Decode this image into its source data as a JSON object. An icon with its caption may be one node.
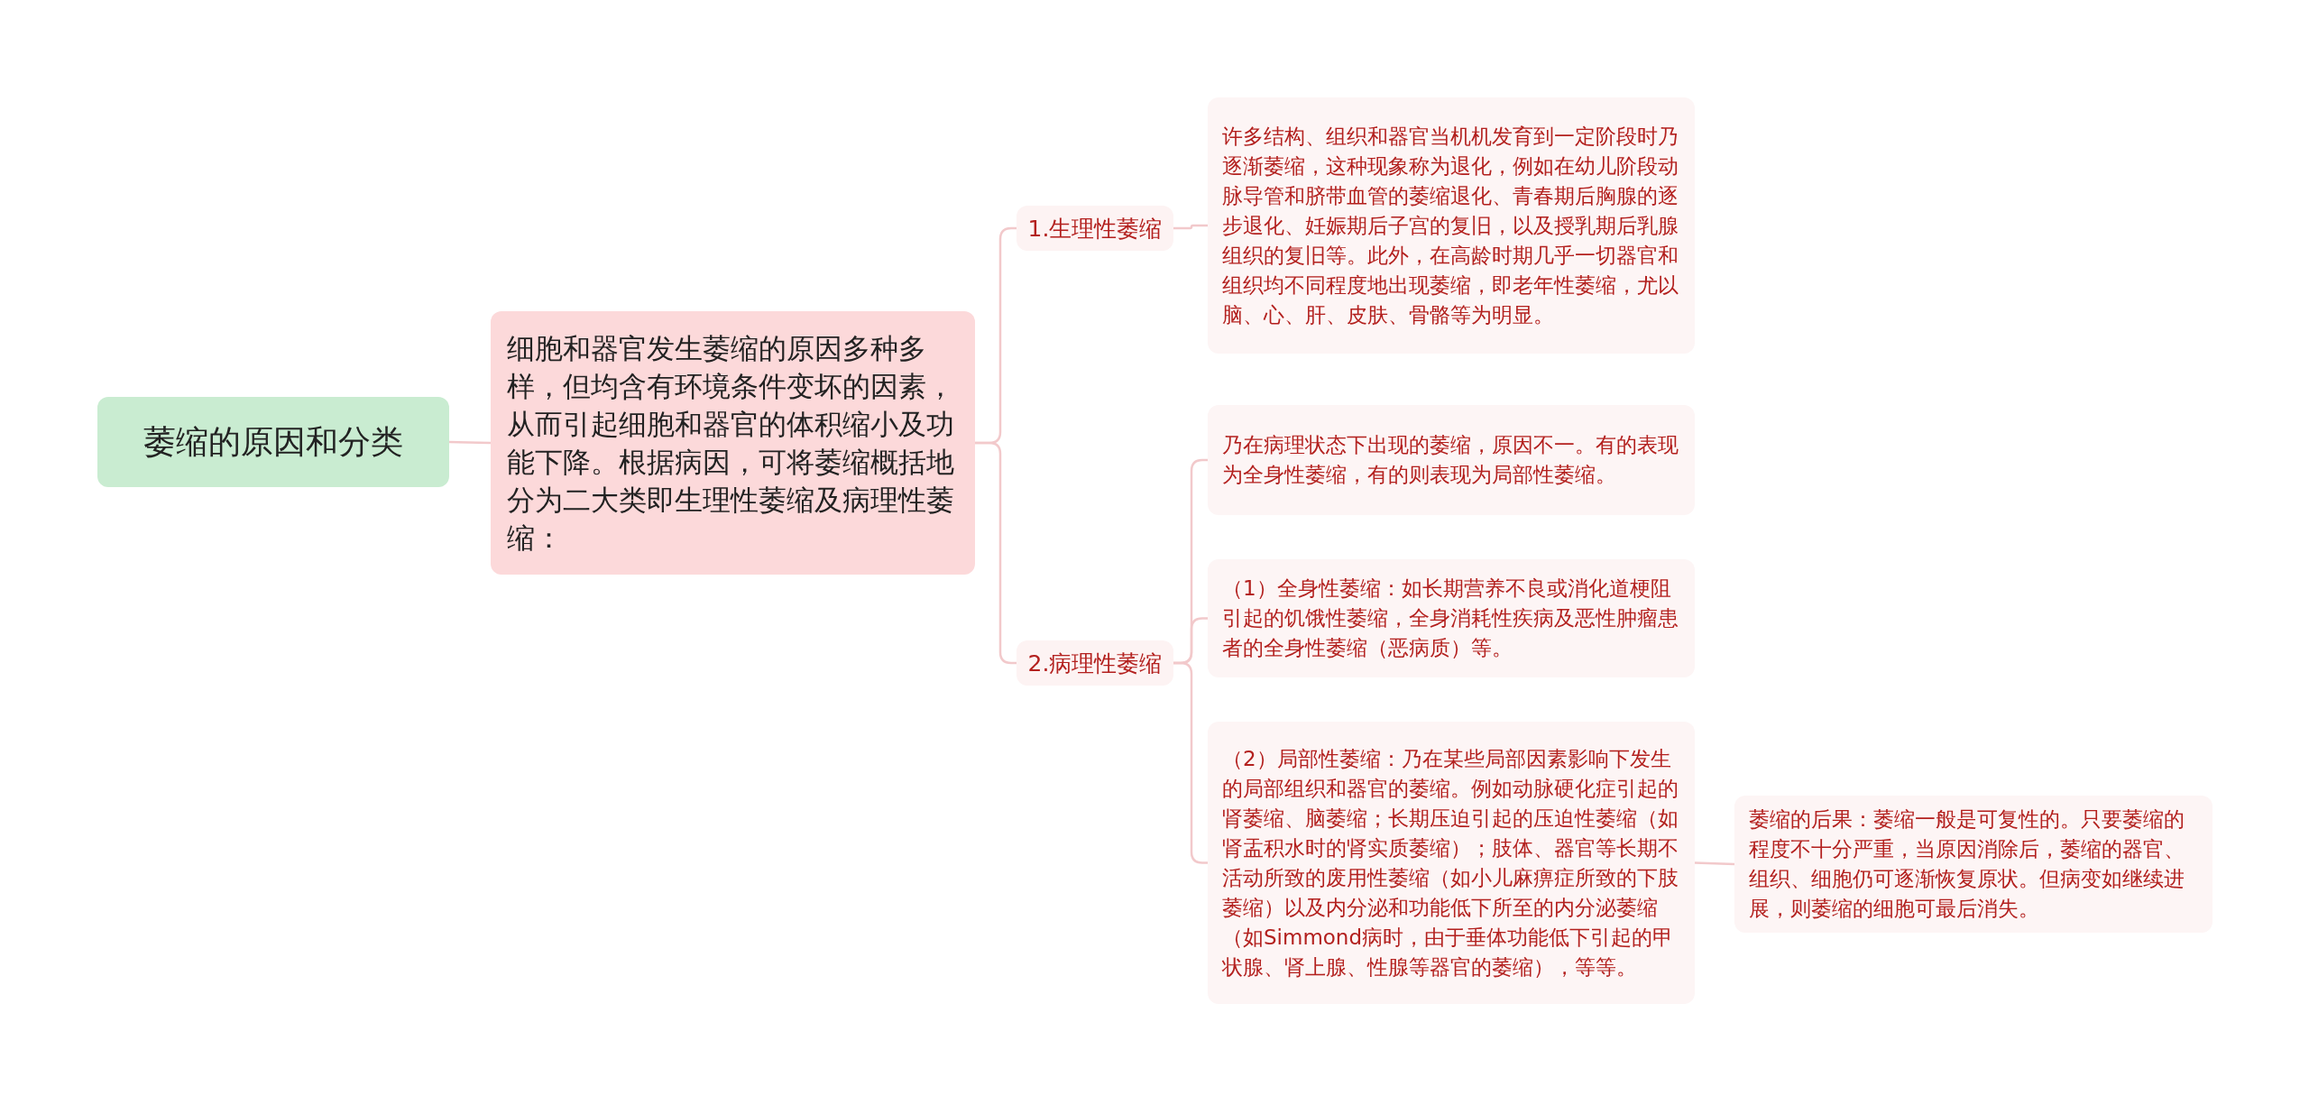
{
  "diagram": {
    "nodes": [
      {
        "text": [
          "萎缩的原因和分类"
        ]
      },
      {
        "text": [
          "细胞和器官发生萎缩的原因多种多样，但均含有环境条件变坏的因素，从而引起细胞和器官的体积缩小及功能下降。根据病因，可将萎缩概括地分为二大类即生理性萎缩及病理性萎缩："
        ]
      },
      {
        "text": [
          "1.生理性萎缩"
        ]
      },
      {
        "text": [
          "2.病理性萎缩"
        ]
      },
      {
        "text": [
          "许多结构、组织和器官当机机发育到一定阶段时乃逐渐萎缩，这种现象称为退化，例如在幼儿阶段动脉导管和脐带血管的萎缩退化、青春期后胸腺的逐步退化、妊娠期后子宫的复旧，以及授乳期后乳腺组织的复旧等。此外，在高龄时期几乎一切器官和组织均不同程度地出现萎缩，即老年性萎缩，尤以脑、心、肝、皮肤、骨骼等为明显。"
        ]
      },
      {
        "text": [
          "乃在病理状态下出现的萎缩，原因不一。有的表现为全身性萎缩，有的则表现为局部性萎缩。"
        ]
      },
      {
        "text": [
          "（1）全身性萎缩：如长期营养不良或消化道梗阻引起的饥饿性萎缩，全身消耗性疾病及恶性肿瘤患者的全身性萎缩（恶病质）等。"
        ]
      },
      {
        "text": [
          "（2）局部性萎缩：乃在某些局部因素影响下发生的局部组织和器官的萎缩。例如动脉硬化症引起的肾萎缩、脑萎缩；长期压迫引起的压迫性萎缩（如肾盂积水时的肾实质萎缩）；肢体、器官等长期不活动所致的废用性萎缩（如小儿麻痹症所致的下肢萎缩）以及内分泌和功能低下所至的内分泌萎缩（如Simmond病时，由于垂体功能低下引起的甲状腺、肾上腺、性腺等器官的萎缩），等等。"
        ]
      },
      {
        "text": [
          "萎缩的后果：萎缩一般是可复性的。只要萎缩的程度不十分严重，当原因消除后，萎缩的器官、组织、细胞仍可逐渐恢复原状。但病变如继续进展，则萎缩的细胞可最后消失。"
        ]
      }
    ],
    "edges": [
      {
        "from": 0,
        "to": 1,
        "arrow": "none"
      },
      {
        "from": 1,
        "to": 2,
        "arrow": "none"
      },
      {
        "from": 1,
        "to": 3,
        "arrow": "none"
      },
      {
        "from": 2,
        "to": 4,
        "arrow": "none"
      },
      {
        "from": 3,
        "to": 5,
        "arrow": "none"
      },
      {
        "from": 3,
        "to": 6,
        "arrow": "none"
      },
      {
        "from": 3,
        "to": 7,
        "arrow": "none"
      },
      {
        "from": 7,
        "to": 8,
        "arrow": "none"
      }
    ]
  }
}
